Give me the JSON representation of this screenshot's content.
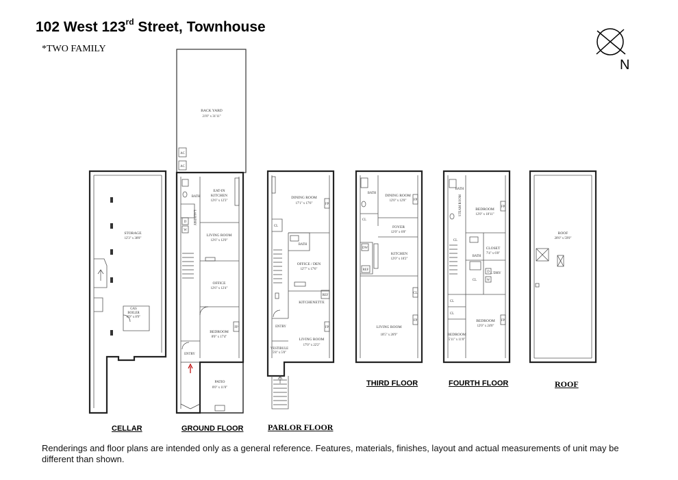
{
  "header": {
    "title_main": "102 West 123",
    "title_sup": "rd",
    "title_tail": " Street, Townhouse",
    "subtitle": "*TWO FAMILY"
  },
  "compass": {
    "north_label": "N"
  },
  "floors": {
    "cellar": {
      "label": "CELLAR",
      "storage_name": "STORAGE",
      "storage_size": "12'3\" x 38'8\"",
      "boiler_name1": "GAS",
      "boiler_name2": "BOILER",
      "boiler_size": "6'9\" x 8'9\""
    },
    "ground": {
      "label": "GROUND FLOOR",
      "backyard_name": "BACK YARD",
      "backyard_size": "21'0\" x 31'11\"",
      "ac1": "AC",
      "ac2": "AC",
      "kitchen_name1": "EAT-IN",
      "kitchen_name2": "KITCHEN",
      "kitchen_size": "12'6\" x 12'3\"",
      "bath": "BATH",
      "d": "D",
      "w": "W",
      "laundry": "LAUNDRY",
      "living_name": "LIVING ROOM",
      "living_size": "12'6\" x 12'0\"",
      "office_name": "OFFICE",
      "office_size": "12'6\" x 12'4\"",
      "bedroom_name": "BEDROOM",
      "bedroom_size": "8'0\" x 17'4\"",
      "entry": "ENTRY",
      "fp": "FP",
      "patio_name": "PATIO",
      "patio_size": "8'0\" x 11'0\""
    },
    "parlor": {
      "label": "PARLOR FLOOR",
      "dining_name": "DINING ROOM",
      "dining_size": "17'1\" x 17'6\"",
      "fp1": "FP",
      "cl": "CL",
      "bath": "BATH",
      "office_name": "OFFICE / DEN",
      "office_size": "12'7\" x 17'6\"",
      "kitchenette": "KITCHENETTE",
      "ref": "REF",
      "entry": "ENTRY",
      "fp2": "FP",
      "living_name": "LIVING ROOM",
      "living_size": "17'0\" x 22'2\"",
      "vestibule_name": "VESTIBULE",
      "vestibule_size": "5'8\" x 5'0\""
    },
    "third": {
      "label": "THIRD FLOOR",
      "bath": "BATH",
      "dining_name": "DINING ROOM",
      "dining_size": "12'0\" x 12'8\"",
      "dw": "DW",
      "ref": "REF",
      "cl1": "CL",
      "cl2": "CL",
      "fp1": "FP",
      "fp2": "FP",
      "foyer_name": "FOYER",
      "foyer_size": "12'0\" x 6'8\"",
      "kitchen_name": "KITCHEN",
      "kitchen_size": "12'0\" x 10'2\"",
      "living_name": "LIVING ROOM",
      "living_size": "18'5\" x 26'9\""
    },
    "fourth": {
      "label": "FOURTH FLOOR",
      "bath1": "BATH",
      "steam": "STEAM ROOM",
      "bedroom1_name": "BEDROOM",
      "bedroom1_size": "12'0\" x 18'11\"",
      "closet_name": "CLOSET",
      "closet_size": "7'4\" x 6'8\"",
      "bath2": "BATH",
      "ldry": "L'DRY",
      "d": "D",
      "w": "W",
      "cl1": "CL",
      "cl2": "CL",
      "cl3": "CL",
      "cl4": "CL",
      "bedroom2_name": "BEDROOM",
      "bedroom2_size": "12'0\" x 24'0\"",
      "bedroom3_name": "BEDROOM",
      "bedroom3_size": "5'11\" x 11'0\"",
      "fp1": "FP",
      "fp2": "FP"
    },
    "roof": {
      "label": "ROOF",
      "roof_name": "ROOF",
      "roof_size": "20'0\" x 59'0\""
    }
  },
  "footer": {
    "disclaimer": "Renderings and floor plans are intended only as a general reference. Features, materials, finishes, layout and actual measurements of unit may be different than shown."
  }
}
